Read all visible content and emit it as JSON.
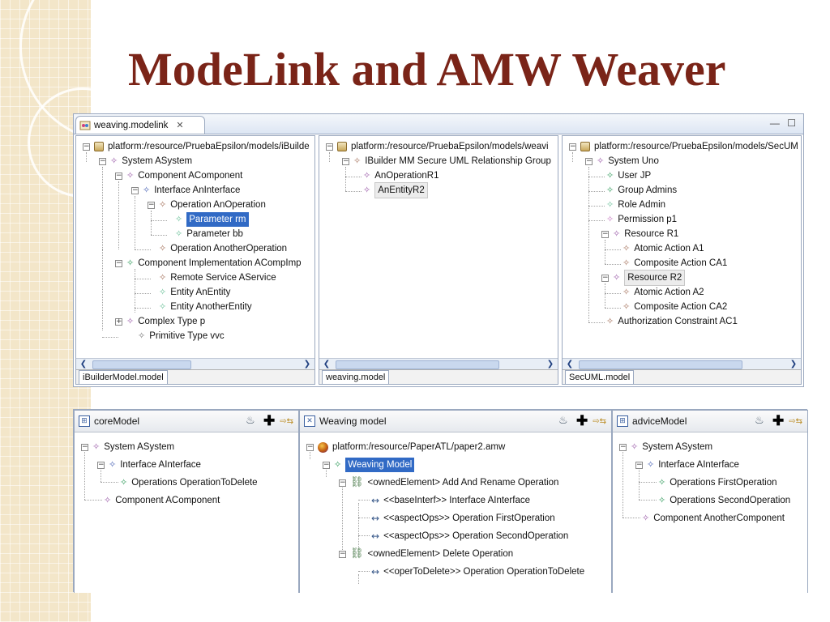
{
  "slide": {
    "title": "ModeLink and AMW Weaver"
  },
  "colors": {
    "title": "#7a2418",
    "selection": "#316ac5",
    "deco": "#f3e6c9"
  },
  "modelink": {
    "tab_label": "weaving.modelink",
    "window_controls": "— ☐",
    "panes": [
      {
        "status": "iBuilderModel.model",
        "rows": [
          {
            "label": "platform:/resource/PruebaEpsilon/models/iBuilde"
          },
          {
            "label": "System ASystem"
          },
          {
            "label": "Component AComponent"
          },
          {
            "label": "Interface AnInterface"
          },
          {
            "label": "Operation AnOperation"
          },
          {
            "label": "Parameter rm"
          },
          {
            "label": "Parameter bb"
          },
          {
            "label": "Operation AnotherOperation"
          },
          {
            "label": "Component Implementation ACompImp"
          },
          {
            "label": "Remote Service AService"
          },
          {
            "label": "Entity AnEntity"
          },
          {
            "label": "Entity AnotherEntity"
          },
          {
            "label": "Complex Type p"
          },
          {
            "label": "Primitive Type vvc"
          }
        ]
      },
      {
        "status": "weaving.model",
        "rows": [
          {
            "label": "platform:/resource/PruebaEpsilon/models/weavi"
          },
          {
            "label": "IBuilder MM Secure UML Relationship Group"
          },
          {
            "label": "AnOperationR1"
          },
          {
            "label": "AnEntityR2"
          }
        ]
      },
      {
        "status": "SecUML.model",
        "rows": [
          {
            "label": "platform:/resource/PruebaEpsilon/models/SecUM"
          },
          {
            "label": "System Uno"
          },
          {
            "label": "User JP"
          },
          {
            "label": "Group Admins"
          },
          {
            "label": "Role Admin"
          },
          {
            "label": "Permission p1"
          },
          {
            "label": "Resource R1"
          },
          {
            "label": "Atomic Action A1"
          },
          {
            "label": "Composite Action CA1"
          },
          {
            "label": "Resource R2"
          },
          {
            "label": "Atomic Action A2"
          },
          {
            "label": "Composite Action CA2"
          },
          {
            "label": "Authorization Constraint AC1"
          }
        ]
      }
    ]
  },
  "amw": {
    "views": [
      {
        "title": "coreModel",
        "rows": [
          {
            "label": "System ASystem"
          },
          {
            "label": "Interface AInterface"
          },
          {
            "label": "Operations OperationToDelete"
          },
          {
            "label": "Component AComponent"
          }
        ]
      },
      {
        "title": "Weaving model",
        "rows": [
          {
            "label": "platform:/resource/PaperATL/paper2.amw"
          },
          {
            "label": "Weaving Model"
          },
          {
            "label": "<ownedElement> Add And Rename Operation"
          },
          {
            "label": "<<baseInterf>> Interface AInterface"
          },
          {
            "label": "<<aspectOps>> Operation FirstOperation"
          },
          {
            "label": "<<aspectOps>> Operation SecondOperation"
          },
          {
            "label": "<ownedElement> Delete Operation"
          },
          {
            "label": "<<operToDelete>> Operation OperationToDelete"
          }
        ]
      },
      {
        "title": "adviceModel",
        "rows": [
          {
            "label": "System ASystem"
          },
          {
            "label": "Interface AInterface"
          },
          {
            "label": "Operations FirstOperation"
          },
          {
            "label": "Operations SecondOperation"
          },
          {
            "label": "Component AnotherComponent"
          }
        ]
      }
    ]
  },
  "glyphs": {
    "expanded": "−",
    "collapsed": "+",
    "diamond": "✧",
    "scroll_left": "❮",
    "scroll_right": "❯",
    "close": "✕"
  }
}
